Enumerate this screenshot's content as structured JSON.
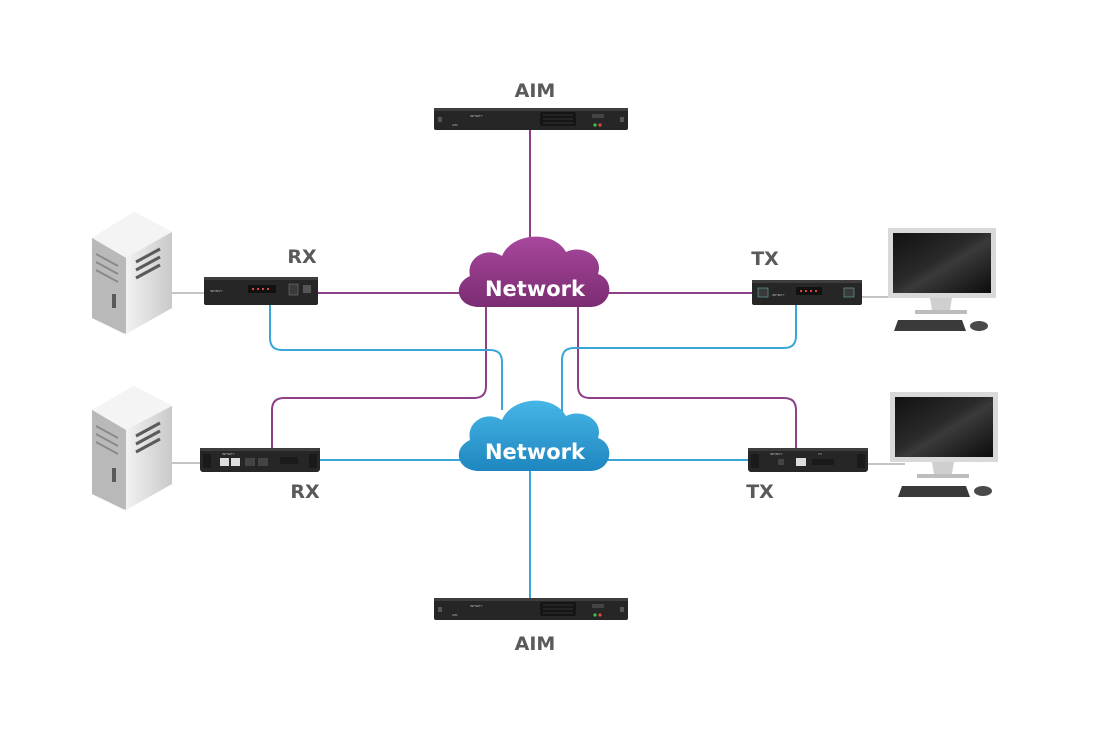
{
  "labels": {
    "aim_top": "AIM",
    "aim_bottom": "AIM",
    "rx_top": "RX",
    "rx_bottom": "RX",
    "tx_top": "TX",
    "tx_bottom": "TX",
    "network_purple": "Network",
    "network_blue": "Network"
  },
  "device_text": {
    "brand": "INFINITY",
    "aim_model": "AIM",
    "tx_badge": "TX"
  },
  "colors": {
    "purple_network": "#9b3f8f",
    "purple_line": "#8e3f88",
    "blue_network": "#2f9fd4",
    "blue_line": "#3aa6d6",
    "device_body": "#262626",
    "label_gray": "#5a5a5a",
    "peripheral_line": "#c4c4c4"
  }
}
